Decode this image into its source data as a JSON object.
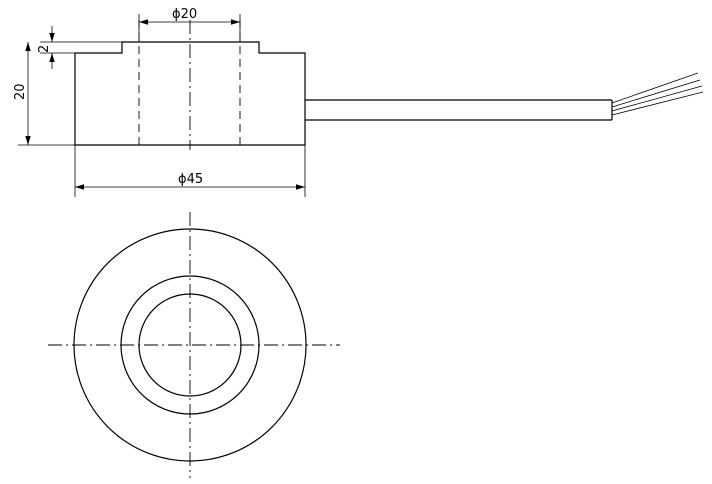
{
  "drawing": {
    "dimensions": {
      "inner_diameter": "ϕ20",
      "step_height": "2",
      "total_height": "20",
      "outer_diameter": "ϕ45"
    },
    "colors": {
      "line": "#000000",
      "background": "#ffffff"
    }
  }
}
